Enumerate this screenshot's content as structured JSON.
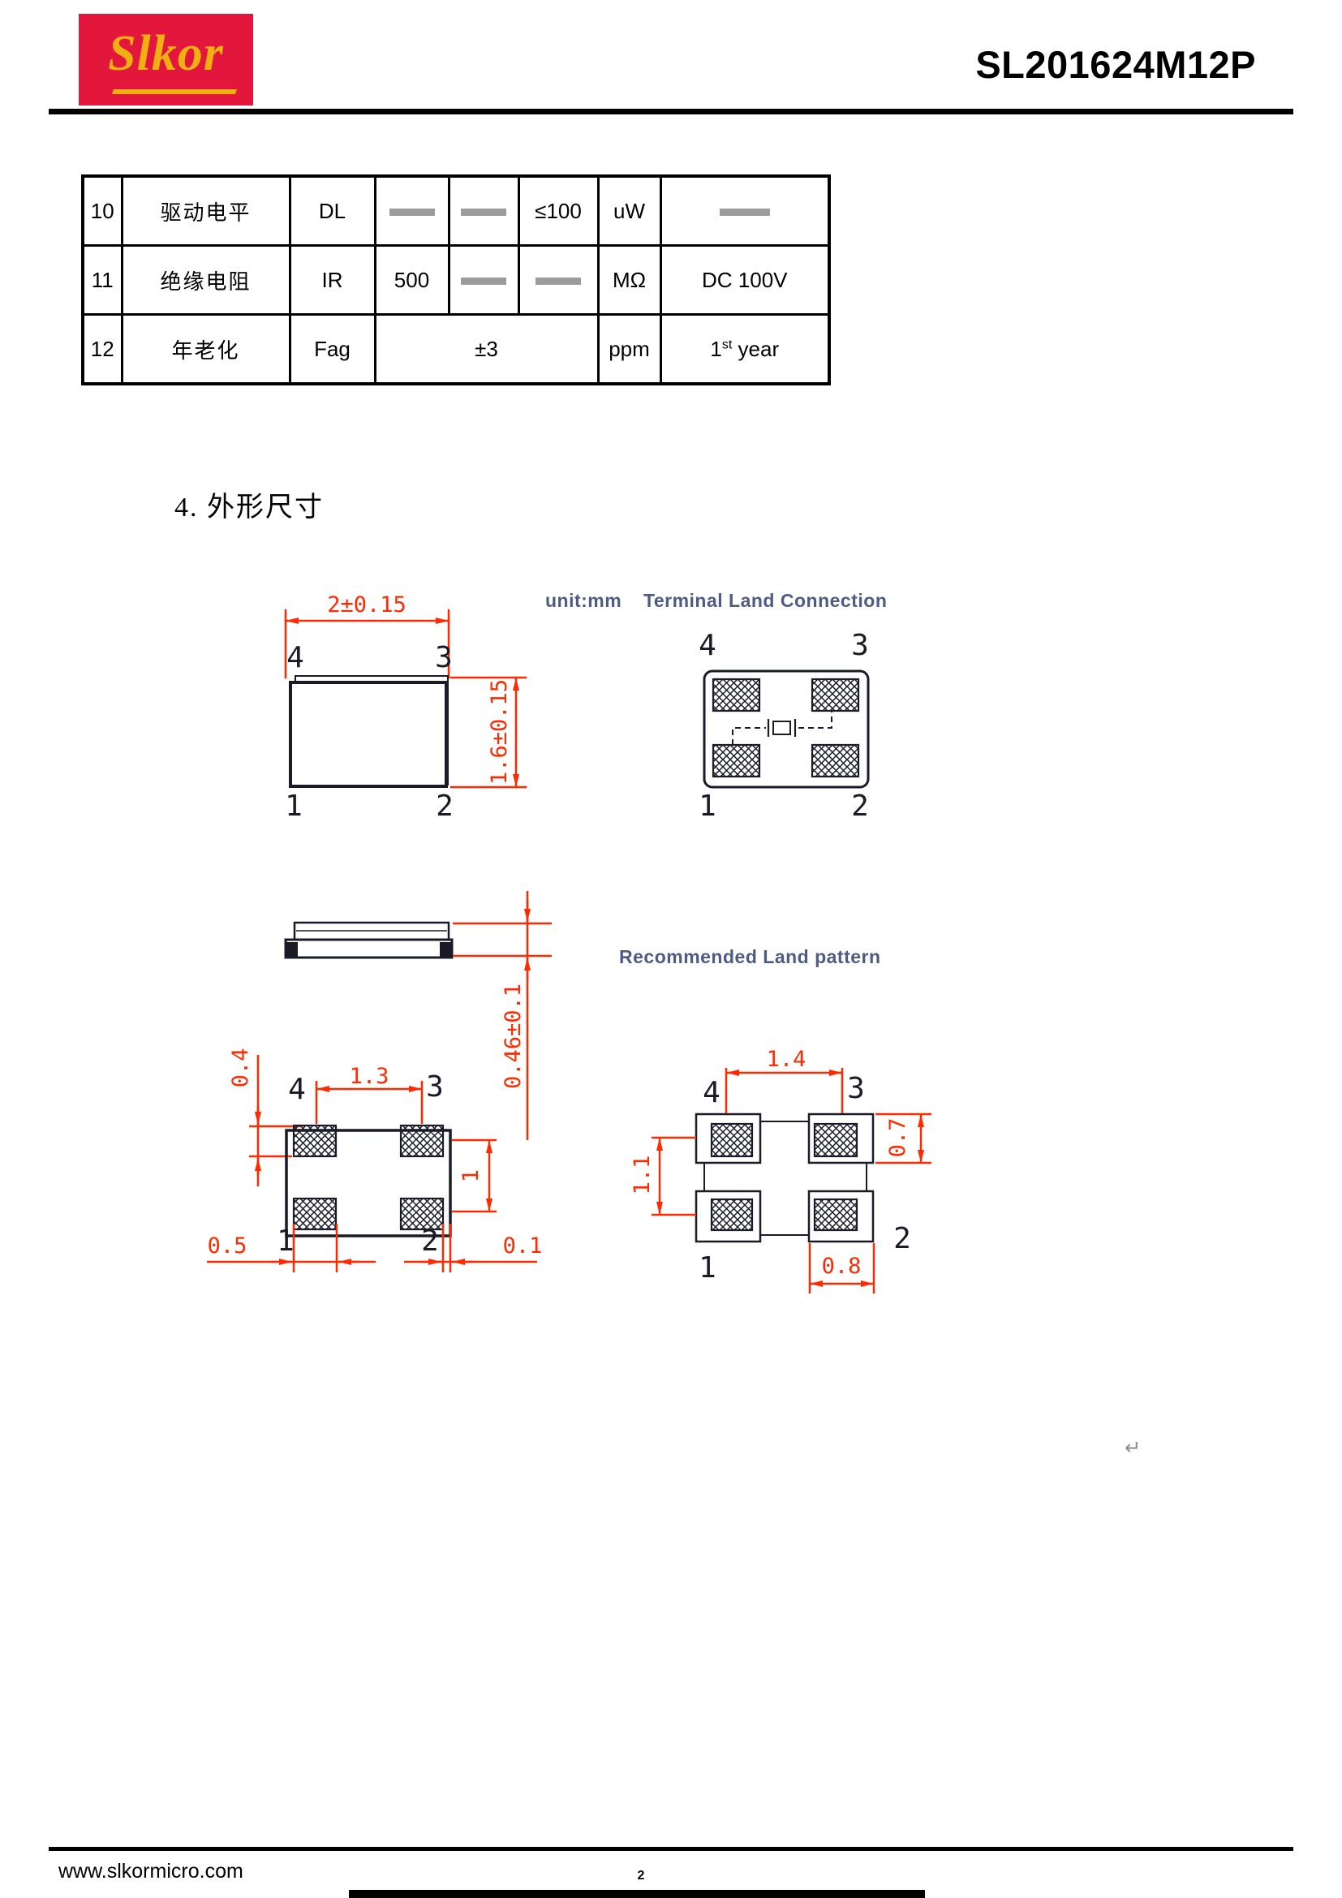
{
  "header": {
    "logo_text": "Slkor",
    "part_number": "SL201624M12P"
  },
  "spec_table": {
    "rows": {
      "r10": {
        "no": "10",
        "name": "驱动电平",
        "symbol": "DL",
        "max": "≤100",
        "unit": "uW"
      },
      "r11": {
        "no": "11",
        "name": "绝缘电阻",
        "symbol": "IR",
        "min": "500",
        "unit": "MΩ",
        "condition": "DC 100V"
      },
      "r12": {
        "no": "12",
        "name": "年老化",
        "symbol": "Fag",
        "value": "±3",
        "unit": "ppm",
        "condition_num": "1",
        "condition_sup": "st",
        "condition_rest": " year"
      }
    }
  },
  "section": {
    "title": "4. 外形尺寸"
  },
  "drawings": {
    "unit_label": "unit:mm",
    "terminal_title": "Terminal Land Connection",
    "land_pattern_title": "Recommended Land pattern",
    "pins": {
      "p1": "1",
      "p2": "2",
      "p3": "3",
      "p4": "4"
    },
    "top_view": {
      "width": "2±0.15",
      "height": "1.6±0.15"
    },
    "side_view": {
      "thickness": "0.46±0.1"
    },
    "bottom_view": {
      "pad_height": "0.4",
      "pitch_x": "1.3",
      "pitch_y": "1",
      "offset_left": "0.5",
      "offset_right": "0.1"
    },
    "land_pattern": {
      "pitch_x": "1.4",
      "pitch_y": "1.1",
      "pad_height": "0.7",
      "pad_width": "0.8"
    }
  },
  "misc": {
    "return_mark": "↵"
  },
  "footer": {
    "website": "www.slkormicro.com",
    "page_number": "2"
  },
  "colors": {
    "logo_red": "#e3173c",
    "logo_yellow": "#f0b013",
    "dimension_red": "#ff2a00",
    "cad_dark": "#1a1a28",
    "cad_label_blue": "#4d5c80"
  }
}
